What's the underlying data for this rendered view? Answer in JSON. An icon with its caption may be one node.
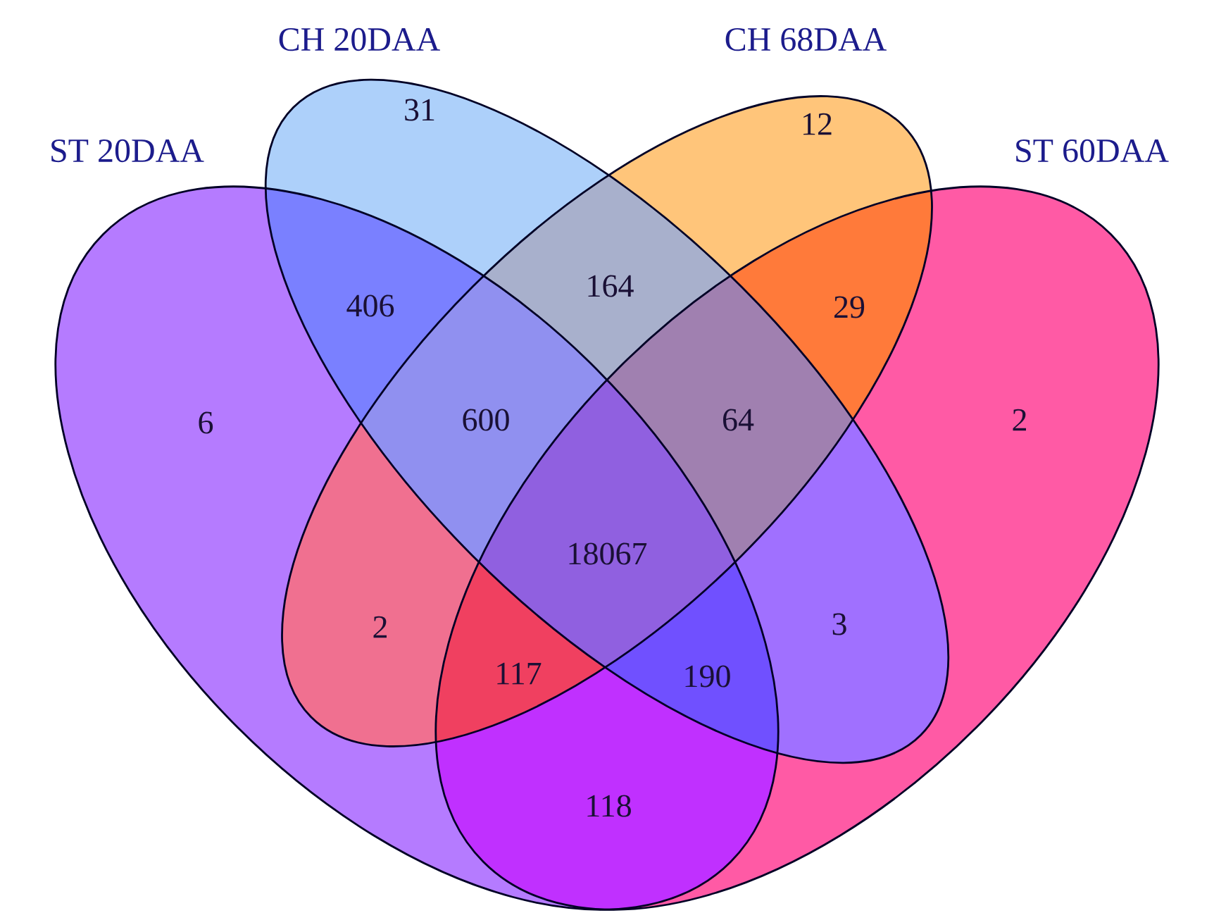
{
  "diagram": {
    "nodes": [
      {
        "text": [
          "ST 20DAA"
        ]
      },
      {
        "text": [
          "CH 20DAA"
        ]
      },
      {
        "text": [
          "CH 68DAA"
        ]
      },
      {
        "text": [
          "ST 60DAA"
        ]
      }
    ],
    "labels": [
      "31",
      "12",
      "164",
      "406",
      "29",
      "6",
      "600",
      "64",
      "2",
      "18067",
      "2",
      "3",
      "117",
      "190",
      "118"
    ]
  }
}
